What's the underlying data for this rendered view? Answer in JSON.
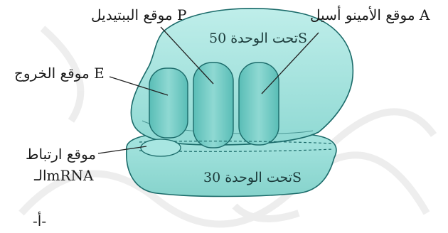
{
  "labels": {
    "a_site": "موقع الأمينو أسيل A",
    "p_site": "موقع الببتيديل P",
    "e_site": "موقع الخروج E",
    "mrna_site_line1": "موقع ارتباط",
    "mrna_site_line2": "الـmRNA",
    "large_subunit": "تحت الوحدة 50S",
    "small_subunit": "تحت الوحدة 30S",
    "figure_tag": "-أ-"
  },
  "colors": {
    "ribosome_fill": "#8fd9d3",
    "ribosome_light": "#bfeeea",
    "tunnel_fill": "#6cc9c2",
    "outline": "#1b6b6a",
    "watermark": "#e9e9e9",
    "text": "#1a1a1a"
  }
}
